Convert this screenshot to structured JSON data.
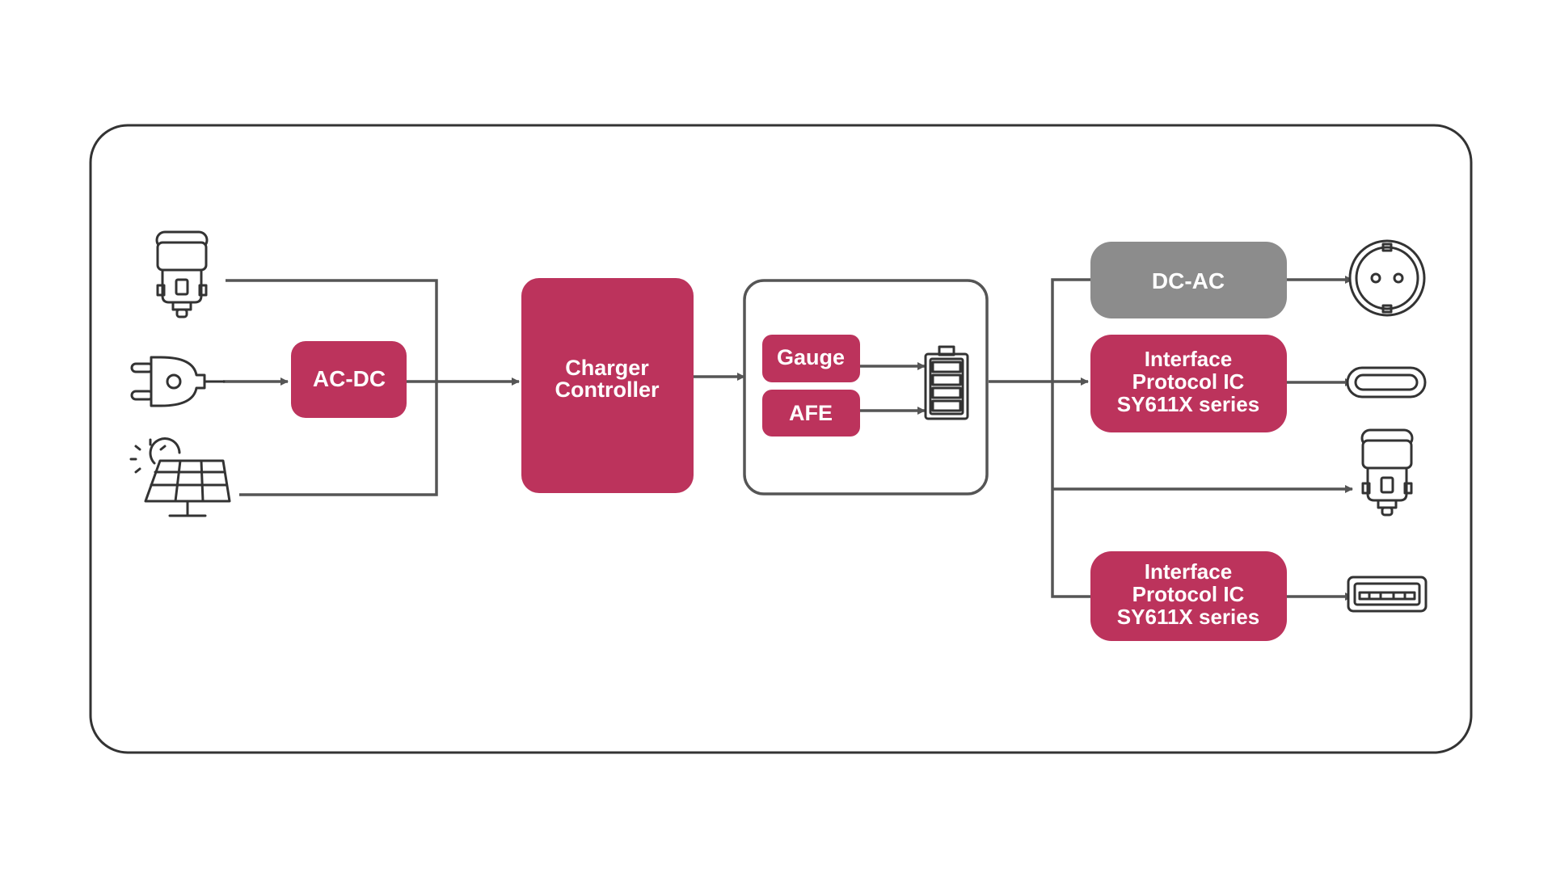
{
  "diagram": {
    "blocks": {
      "ac_dc": "AC-DC",
      "charger_line1": "Charger",
      "charger_line2": "Controller",
      "gauge": "Gauge",
      "afe": "AFE",
      "dc_ac": "DC-AC",
      "protocol1_line1": "Interface",
      "protocol1_line2": "Protocol IC",
      "protocol1_line3": "SY611X series",
      "protocol2_line1": "Interface",
      "protocol2_line2": "Protocol IC",
      "protocol2_line3": "SY611X series"
    },
    "inputs": [
      "car-charger-icon",
      "ac-plug-icon",
      "solar-panel-icon"
    ],
    "outputs": [
      "ac-outlet-icon",
      "usb-c-port-icon",
      "car-charger-icon",
      "usb-a-port-icon"
    ],
    "colors": {
      "accent": "#BC335C",
      "dc_ac": "#8C8C8C",
      "line": "#555555",
      "frame": "#333333",
      "background": "#FFFFFF"
    }
  }
}
